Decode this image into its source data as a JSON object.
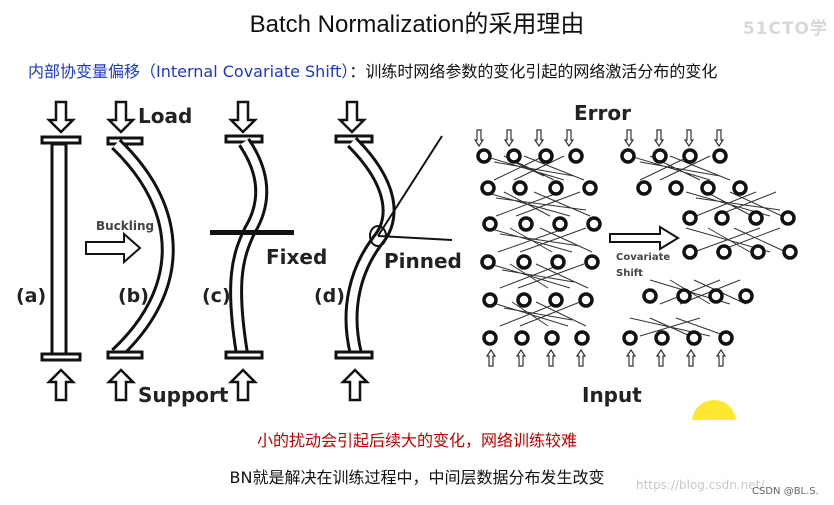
{
  "title": "Batch Normalization的采用理由",
  "watermark_logo": "51CTO学",
  "definition": {
    "term": "内部协变量偏移（Internal Covariate Shift）",
    "explanation": "：训练时网络参数的变化引起的网络激活分布的变化"
  },
  "figure": {
    "load_label": "Load",
    "support_label": "Support",
    "buckling_label": "Buckling",
    "fixed_label": "Fixed",
    "pinned_label": "Pinned",
    "panel_labels": [
      "(a)",
      "(b)",
      "(c)",
      "(d)"
    ],
    "error_label": "Error",
    "input_label": "Input",
    "covariate_label_line1": "Covariate",
    "covariate_label_line2": "Shift"
  },
  "caption": "小的扰动会引起后续大的变化，网络训练较难",
  "summary": "BN就是解决在训练过程中，中间层数据分布发生改变",
  "url_watermark": "https://blog.csdn.net/…",
  "csdn_watermark": "CSDN @BL.S."
}
